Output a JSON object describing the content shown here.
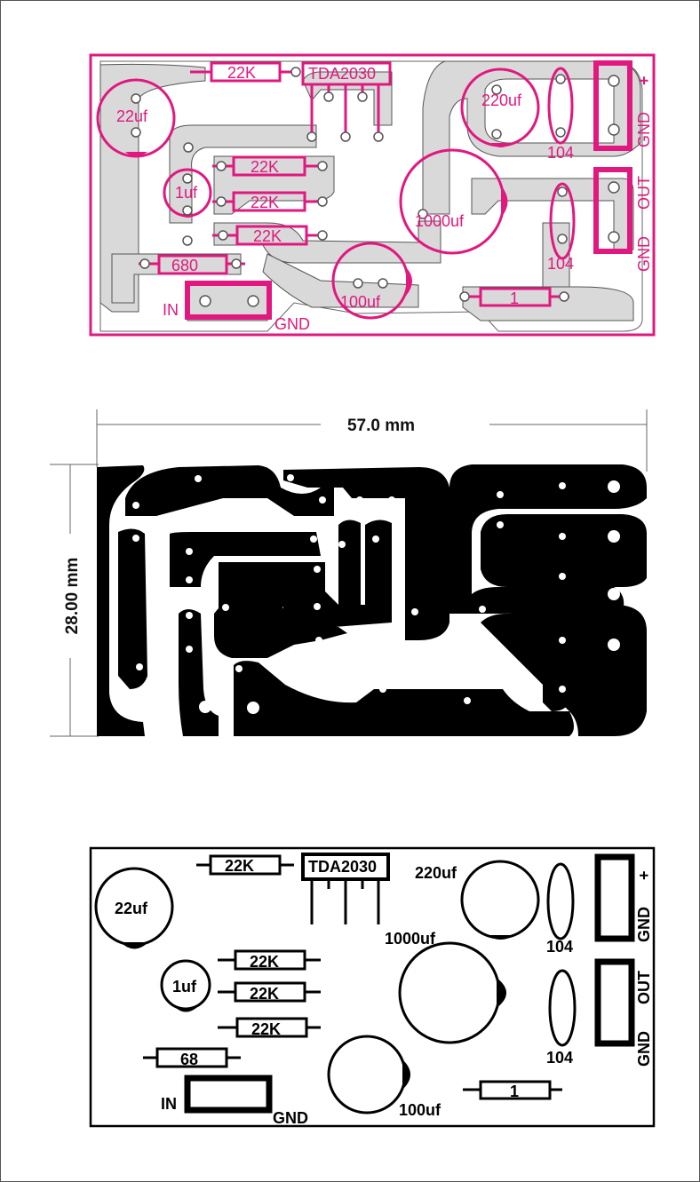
{
  "colors": {
    "silk": "#e0187f",
    "copper_overlay": "#d9d9d9",
    "copper": "#000000",
    "background": "#ffffff"
  },
  "components": {
    "r_top": "22K",
    "ic": "TDA2030",
    "c_22uf": "22uf",
    "c_1uf": "1uf",
    "r1": "22K",
    "r2": "22K",
    "r3": "22K",
    "r_680": "680",
    "r_68": "68",
    "c_220uf": "220uf",
    "c_1000uf": "1000uf",
    "c_100uf": "100uf",
    "c_104_top": "104",
    "c_104_bottom": "104",
    "r_1": "1"
  },
  "connectors": {
    "plus": "+",
    "gnd_power": "GND",
    "out": "OUT",
    "gnd_out": "GND",
    "in": "IN",
    "gnd_in": "GND"
  },
  "dimensions": {
    "width": "57.0 mm",
    "height": "28.00 mm"
  }
}
